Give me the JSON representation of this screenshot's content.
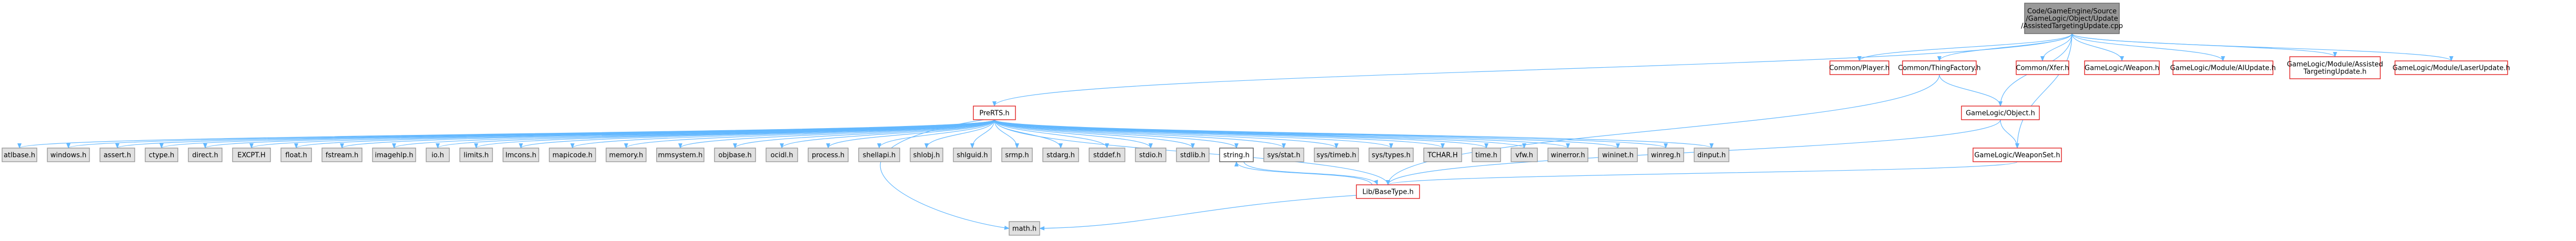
{
  "diagram": {
    "type": "include-dependency-graph",
    "colors": {
      "root_fill": "#999999",
      "root_stroke": "#666666",
      "header_fill": "#ffffff",
      "header_stroke": "#e02020",
      "system_fill": "#e0e0e0",
      "system_stroke": "#9a9a9a",
      "neutral_fill": "#ffffff",
      "neutral_stroke": "#555555",
      "edge_color": "#63b8ff"
    },
    "nodes": [
      {
        "id": "root",
        "style": "root",
        "lines": [
          "Code/GameEngine/Source",
          "/GameLogic/Object/Update",
          "/AssistedTargetingUpdate.cpp"
        ]
      },
      {
        "id": "player",
        "style": "header",
        "lines": [
          "Common/Player.h"
        ]
      },
      {
        "id": "thingfactory",
        "style": "header",
        "lines": [
          "Common/ThingFactory.h"
        ]
      },
      {
        "id": "xfer",
        "style": "header",
        "lines": [
          "Common/Xfer.h"
        ]
      },
      {
        "id": "weapon",
        "style": "header",
        "lines": [
          "GameLogic/Weapon.h"
        ]
      },
      {
        "id": "aiupdate",
        "style": "header",
        "lines": [
          "GameLogic/Module/AIUpdate.h"
        ]
      },
      {
        "id": "assisted",
        "style": "header",
        "lines": [
          "GameLogic/Module/Assisted",
          "TargetingUpdate.h"
        ]
      },
      {
        "id": "laserupdate",
        "style": "header",
        "lines": [
          "GameLogic/Module/LaserUpdate.h"
        ]
      },
      {
        "id": "prerts",
        "style": "header",
        "lines": [
          "PreRTS.h"
        ]
      },
      {
        "id": "object",
        "style": "header",
        "lines": [
          "GameLogic/Object.h"
        ]
      },
      {
        "id": "weaponset",
        "style": "header",
        "lines": [
          "GameLogic/WeaponSet.h"
        ]
      },
      {
        "id": "basetype",
        "style": "header",
        "lines": [
          "Lib/BaseType.h"
        ]
      },
      {
        "id": "mathh",
        "style": "system",
        "lines": [
          "math.h"
        ]
      },
      {
        "id": "stringh",
        "style": "neutral",
        "lines": [
          "string.h"
        ]
      },
      {
        "id": "atlbase",
        "style": "system",
        "lines": [
          "atlbase.h"
        ]
      },
      {
        "id": "windows",
        "style": "system",
        "lines": [
          "windows.h"
        ]
      },
      {
        "id": "assert",
        "style": "system",
        "lines": [
          "assert.h"
        ]
      },
      {
        "id": "ctype",
        "style": "system",
        "lines": [
          "ctype.h"
        ]
      },
      {
        "id": "direct",
        "style": "system",
        "lines": [
          "direct.h"
        ]
      },
      {
        "id": "excpt",
        "style": "system",
        "lines": [
          "EXCPT.H"
        ]
      },
      {
        "id": "float",
        "style": "system",
        "lines": [
          "float.h"
        ]
      },
      {
        "id": "fstream",
        "style": "system",
        "lines": [
          "fstream.h"
        ]
      },
      {
        "id": "imagehlp",
        "style": "system",
        "lines": [
          "imagehlp.h"
        ]
      },
      {
        "id": "io",
        "style": "system",
        "lines": [
          "io.h"
        ]
      },
      {
        "id": "limits",
        "style": "system",
        "lines": [
          "limits.h"
        ]
      },
      {
        "id": "lmcons",
        "style": "system",
        "lines": [
          "lmcons.h"
        ]
      },
      {
        "id": "mapicode",
        "style": "system",
        "lines": [
          "mapicode.h"
        ]
      },
      {
        "id": "memory",
        "style": "system",
        "lines": [
          "memory.h"
        ]
      },
      {
        "id": "mmsystem",
        "style": "system",
        "lines": [
          "mmsystem.h"
        ]
      },
      {
        "id": "objbase",
        "style": "system",
        "lines": [
          "objbase.h"
        ]
      },
      {
        "id": "ocidl",
        "style": "system",
        "lines": [
          "ocidl.h"
        ]
      },
      {
        "id": "process",
        "style": "system",
        "lines": [
          "process.h"
        ]
      },
      {
        "id": "shellapi",
        "style": "system",
        "lines": [
          "shellapi.h"
        ]
      },
      {
        "id": "shlobj",
        "style": "system",
        "lines": [
          "shlobj.h"
        ]
      },
      {
        "id": "shlguid",
        "style": "system",
        "lines": [
          "shlguid.h"
        ]
      },
      {
        "id": "srmp",
        "style": "system",
        "lines": [
          "srmp.h"
        ]
      },
      {
        "id": "stdarg",
        "style": "system",
        "lines": [
          "stdarg.h"
        ]
      },
      {
        "id": "stddef",
        "style": "system",
        "lines": [
          "stddef.h"
        ]
      },
      {
        "id": "stdio",
        "style": "system",
        "lines": [
          "stdio.h"
        ]
      },
      {
        "id": "stdlib",
        "style": "system",
        "lines": [
          "stdlib.h"
        ]
      },
      {
        "id": "sysstat",
        "style": "system",
        "lines": [
          "sys/stat.h"
        ]
      },
      {
        "id": "systimeb",
        "style": "system",
        "lines": [
          "sys/timeb.h"
        ]
      },
      {
        "id": "systypes",
        "style": "system",
        "lines": [
          "sys/types.h"
        ]
      },
      {
        "id": "tchar",
        "style": "system",
        "lines": [
          "TCHAR.H"
        ]
      },
      {
        "id": "time",
        "style": "system",
        "lines": [
          "time.h"
        ]
      },
      {
        "id": "vfw",
        "style": "system",
        "lines": [
          "vfw.h"
        ]
      },
      {
        "id": "winerror",
        "style": "system",
        "lines": [
          "winerror.h"
        ]
      },
      {
        "id": "wininet",
        "style": "system",
        "lines": [
          "wininet.h"
        ]
      },
      {
        "id": "winreg",
        "style": "system",
        "lines": [
          "winreg.h"
        ]
      },
      {
        "id": "dinput",
        "style": "system",
        "lines": [
          "dinput.h"
        ]
      }
    ],
    "edges": [
      [
        "root",
        "prerts"
      ],
      [
        "root",
        "player"
      ],
      [
        "root",
        "thingfactory"
      ],
      [
        "root",
        "xfer"
      ],
      [
        "root",
        "object"
      ],
      [
        "root",
        "weapon"
      ],
      [
        "root",
        "weaponset"
      ],
      [
        "root",
        "aiupdate"
      ],
      [
        "root",
        "assisted"
      ],
      [
        "root",
        "laserupdate"
      ],
      [
        "thingfactory",
        "object"
      ],
      [
        "thingfactory",
        "basetype"
      ],
      [
        "object",
        "weaponset"
      ],
      [
        "object",
        "basetype"
      ],
      [
        "weaponset",
        "basetype"
      ],
      [
        "prerts",
        "atlbase"
      ],
      [
        "prerts",
        "windows"
      ],
      [
        "prerts",
        "assert"
      ],
      [
        "prerts",
        "ctype"
      ],
      [
        "prerts",
        "direct"
      ],
      [
        "prerts",
        "excpt"
      ],
      [
        "prerts",
        "float"
      ],
      [
        "prerts",
        "fstream"
      ],
      [
        "prerts",
        "imagehlp"
      ],
      [
        "prerts",
        "io"
      ],
      [
        "prerts",
        "limits"
      ],
      [
        "prerts",
        "lmcons"
      ],
      [
        "prerts",
        "mapicode"
      ],
      [
        "prerts",
        "mathh"
      ],
      [
        "prerts",
        "memory"
      ],
      [
        "prerts",
        "mmsystem"
      ],
      [
        "prerts",
        "objbase"
      ],
      [
        "prerts",
        "ocidl"
      ],
      [
        "prerts",
        "process"
      ],
      [
        "prerts",
        "shellapi"
      ],
      [
        "prerts",
        "shlobj"
      ],
      [
        "prerts",
        "shlguid"
      ],
      [
        "prerts",
        "srmp"
      ],
      [
        "prerts",
        "stdarg"
      ],
      [
        "prerts",
        "stddef"
      ],
      [
        "prerts",
        "stdio"
      ],
      [
        "prerts",
        "stdlib"
      ],
      [
        "prerts",
        "stringh"
      ],
      [
        "prerts",
        "sysstat"
      ],
      [
        "prerts",
        "systimeb"
      ],
      [
        "prerts",
        "systypes"
      ],
      [
        "prerts",
        "tchar"
      ],
      [
        "prerts",
        "time"
      ],
      [
        "prerts",
        "vfw"
      ],
      [
        "prerts",
        "winerror"
      ],
      [
        "prerts",
        "wininet"
      ],
      [
        "prerts",
        "winreg"
      ],
      [
        "prerts",
        "dinput"
      ],
      [
        "prerts",
        "basetype"
      ],
      [
        "basetype",
        "mathh"
      ],
      [
        "basetype",
        "stringh"
      ],
      [
        "stringh",
        "basetype"
      ]
    ]
  }
}
